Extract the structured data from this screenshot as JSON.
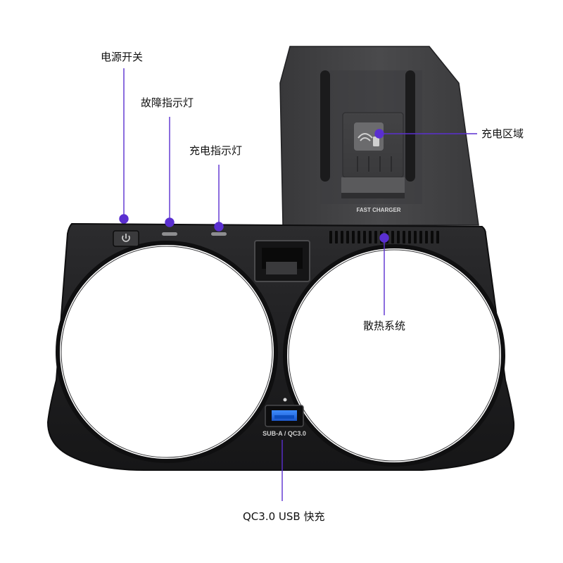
{
  "callouts": {
    "power_switch": "电源开关",
    "fault_indicator": "故障指示灯",
    "charge_indicator": "充电指示灯",
    "charging_area": "充电区域",
    "cooling_system": "散热系统",
    "usb_fast_charge": "QC3.0 USB 快充"
  },
  "printed_on_device": {
    "charger_pad": "FAST CHARGER",
    "usb_port": "SUB-A / QC3.0"
  },
  "colors": {
    "callout_line": "#5a2fd0",
    "background": "#ffffff"
  }
}
